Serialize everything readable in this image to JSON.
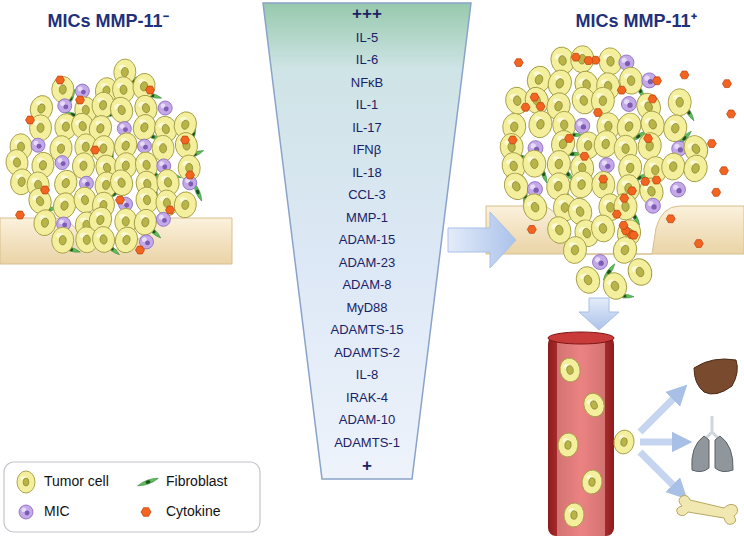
{
  "diagram": {
    "nodes": [
      {
        "text": [
          "+++",
          "IL-5",
          "IL-6",
          "NFκB",
          "IL-1",
          "IL-17",
          "IFNβ",
          "IL-18",
          "CCL-3",
          "MMP-1",
          "ADAM-15",
          "ADAM-23",
          "ADAM-8",
          "MyD88",
          "ADAMTS-15",
          "ADAMTS-2",
          "IL-8",
          "IRAK-4",
          "ADAM-10",
          "ADAMTS-1",
          "+"
        ]
      }
    ],
    "labels": [
      "MICs MMP-11⁻",
      "MICs MMP-11⁺"
    ],
    "legend": [
      {
        "text": "Tumor cell"
      },
      {
        "text": "Fibroblast"
      },
      {
        "text": "MIC"
      },
      {
        "text": "Cytokine"
      }
    ]
  }
}
